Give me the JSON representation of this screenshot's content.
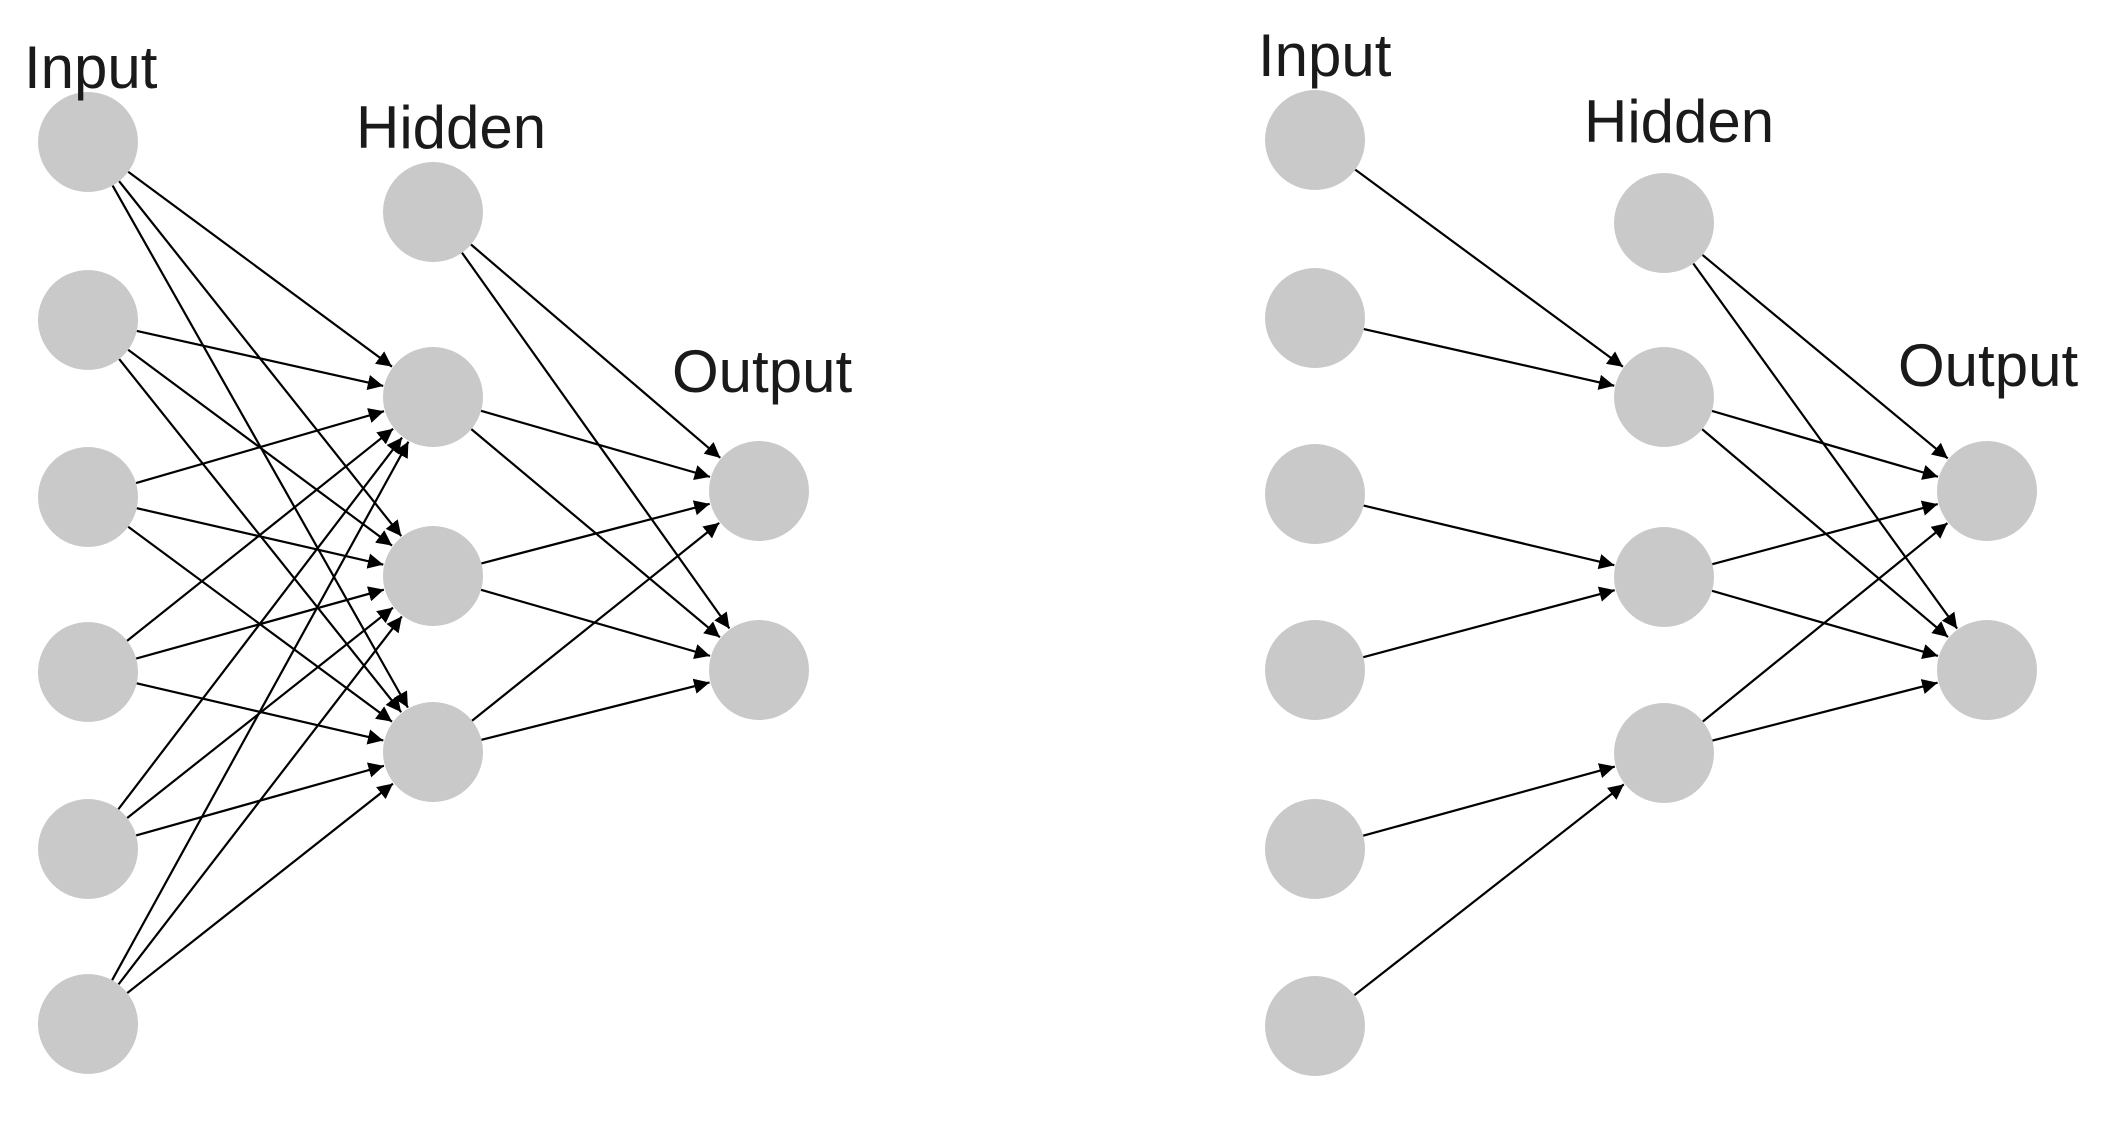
{
  "colors": {
    "node_fill": "#c9c9c9",
    "edge": "#000000",
    "label": "#1a1a1a",
    "background": "#ffffff"
  },
  "networks": [
    {
      "name": "fully-connected",
      "layers": [
        {
          "id": "input",
          "label": "Input",
          "count": 6
        },
        {
          "id": "hidden",
          "label": "Hidden",
          "count": 4
        },
        {
          "id": "output",
          "label": "Output",
          "count": 2
        }
      ],
      "edges": [
        [
          "input",
          0,
          "hidden",
          1
        ],
        [
          "input",
          0,
          "hidden",
          2
        ],
        [
          "input",
          0,
          "hidden",
          3
        ],
        [
          "input",
          1,
          "hidden",
          1
        ],
        [
          "input",
          1,
          "hidden",
          2
        ],
        [
          "input",
          1,
          "hidden",
          3
        ],
        [
          "input",
          2,
          "hidden",
          1
        ],
        [
          "input",
          2,
          "hidden",
          2
        ],
        [
          "input",
          2,
          "hidden",
          3
        ],
        [
          "input",
          3,
          "hidden",
          1
        ],
        [
          "input",
          3,
          "hidden",
          2
        ],
        [
          "input",
          3,
          "hidden",
          3
        ],
        [
          "input",
          4,
          "hidden",
          1
        ],
        [
          "input",
          4,
          "hidden",
          2
        ],
        [
          "input",
          4,
          "hidden",
          3
        ],
        [
          "input",
          5,
          "hidden",
          1
        ],
        [
          "input",
          5,
          "hidden",
          2
        ],
        [
          "input",
          5,
          "hidden",
          3
        ],
        [
          "hidden",
          0,
          "output",
          0
        ],
        [
          "hidden",
          0,
          "output",
          1
        ],
        [
          "hidden",
          1,
          "output",
          0
        ],
        [
          "hidden",
          1,
          "output",
          1
        ],
        [
          "hidden",
          2,
          "output",
          0
        ],
        [
          "hidden",
          2,
          "output",
          1
        ],
        [
          "hidden",
          3,
          "output",
          0
        ],
        [
          "hidden",
          3,
          "output",
          1
        ]
      ]
    },
    {
      "name": "sparse",
      "layers": [
        {
          "id": "input",
          "label": "Input",
          "count": 6
        },
        {
          "id": "hidden",
          "label": "Hidden",
          "count": 4
        },
        {
          "id": "output",
          "label": "Output",
          "count": 2
        }
      ],
      "edges": [
        [
          "input",
          0,
          "hidden",
          1
        ],
        [
          "input",
          1,
          "hidden",
          1
        ],
        [
          "input",
          2,
          "hidden",
          2
        ],
        [
          "input",
          3,
          "hidden",
          2
        ],
        [
          "input",
          4,
          "hidden",
          3
        ],
        [
          "input",
          5,
          "hidden",
          3
        ],
        [
          "hidden",
          0,
          "output",
          0
        ],
        [
          "hidden",
          0,
          "output",
          1
        ],
        [
          "hidden",
          1,
          "output",
          0
        ],
        [
          "hidden",
          1,
          "output",
          1
        ],
        [
          "hidden",
          2,
          "output",
          0
        ],
        [
          "hidden",
          2,
          "output",
          1
        ],
        [
          "hidden",
          3,
          "output",
          0
        ],
        [
          "hidden",
          3,
          "output",
          1
        ]
      ]
    }
  ]
}
